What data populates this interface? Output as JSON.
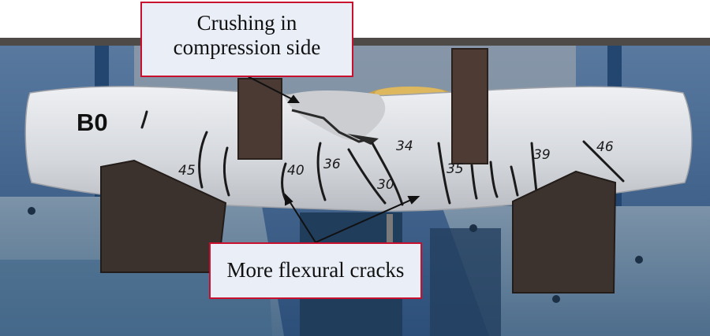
{
  "specimen_label": "B0",
  "callouts": {
    "top": {
      "line1": "Crushing in",
      "line2": "compression side"
    },
    "bottom": {
      "text": "More flexural cracks"
    }
  },
  "crack_numbers": [
    "45",
    "40",
    "36",
    "30",
    "34",
    "35",
    "39",
    "46"
  ],
  "colors": {
    "callout_border": "#c8102e",
    "callout_fill": "#e9eef7",
    "frame_blue": "#2e5f8e",
    "beam": "#d8dbe0",
    "support": "#3a302c"
  }
}
